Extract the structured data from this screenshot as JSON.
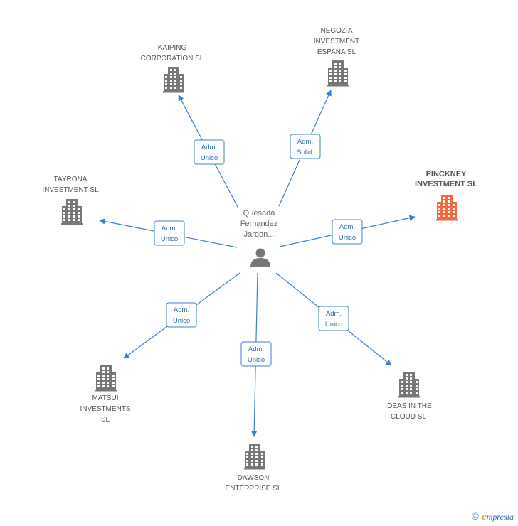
{
  "center": {
    "lines": [
      "Quesada",
      "Fernandez",
      "Jardon..."
    ],
    "icon": "person-icon"
  },
  "companies": [
    {
      "id": "kaiping",
      "lines": [
        "KAIPING",
        "CORPORATION SL"
      ],
      "relation": [
        "Adm.",
        "Unico"
      ],
      "highlight": false
    },
    {
      "id": "negozia",
      "lines": [
        "NEGOZIA",
        "INVESTMENT",
        "ESPAÑA  SL"
      ],
      "relation": [
        "Adm.",
        "Solid."
      ],
      "highlight": false
    },
    {
      "id": "pinckney",
      "lines": [
        "PINCKNEY",
        "INVESTMENT SL"
      ],
      "relation": [
        "Adm.",
        "Unico"
      ],
      "highlight": true
    },
    {
      "id": "tayrona",
      "lines": [
        "TAYRONA",
        "INVESTMENT  SL"
      ],
      "relation": [
        "Adm.",
        "Unico"
      ],
      "highlight": false
    },
    {
      "id": "matsui",
      "lines": [
        "MATSUI",
        "INVESTMENTS",
        "SL"
      ],
      "relation": [
        "Adm.",
        "Unico"
      ],
      "highlight": false
    },
    {
      "id": "dawson",
      "lines": [
        "DAWSON",
        "ENTERPRISE  SL"
      ],
      "relation": [
        "Adm.",
        "Unico"
      ],
      "highlight": false
    },
    {
      "id": "ideas",
      "lines": [
        "IDEAS IN THE",
        "CLOUD  SL"
      ],
      "relation": [
        "Adm.",
        "Unico"
      ],
      "highlight": false
    }
  ],
  "colors": {
    "edge": "#3b7fd0",
    "building": "#777777",
    "building_highlight": "#f26a3d",
    "person": "#777777"
  },
  "footer": {
    "copyright": "©",
    "brand_first": "e",
    "brand_rest": "mpresia"
  }
}
